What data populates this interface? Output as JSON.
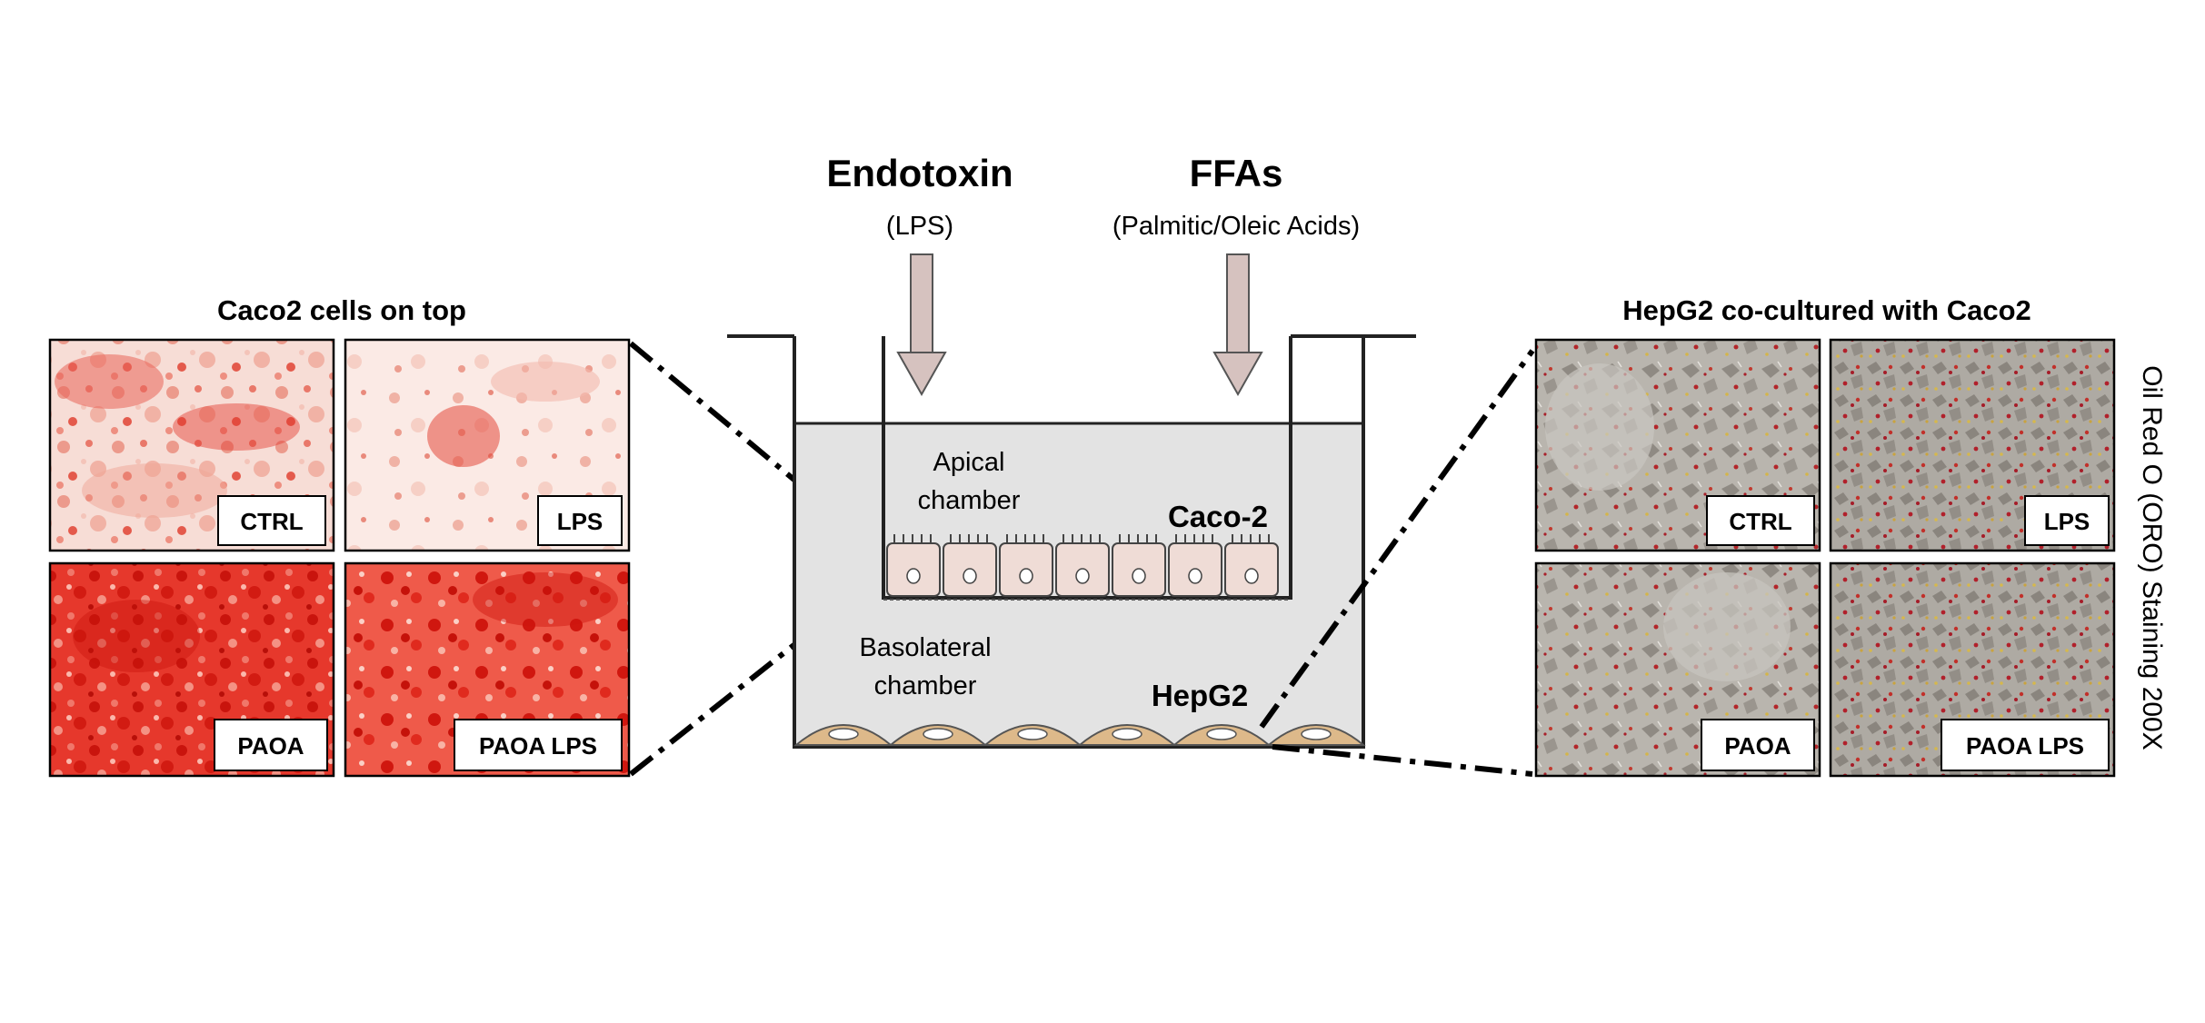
{
  "left_panel": {
    "title": "Caco2 cells on top",
    "panels": [
      {
        "label": "CTRL"
      },
      {
        "label": "LPS"
      },
      {
        "label": "PAOA"
      },
      {
        "label": "PAOA LPS"
      }
    ]
  },
  "right_panel": {
    "title": "HepG2 co-cultured with Caco2",
    "side_label": "Oil Red O (ORO) Staining 200X",
    "panels": [
      {
        "label": "CTRL"
      },
      {
        "label": "LPS"
      },
      {
        "label": "PAOA"
      },
      {
        "label": "PAOA LPS"
      }
    ]
  },
  "diagram": {
    "endotoxin_title": "Endotoxin",
    "endotoxin_sub": "(LPS)",
    "ffa_title": "FFAs",
    "ffa_sub": "(Palmitic/Oleic Acids)",
    "apical_line1": "Apical",
    "apical_line2": "chamber",
    "basolateral_line1": "Basolateral",
    "basolateral_line2": "chamber",
    "caco2_label": "Caco-2",
    "hepg2_label": "HepG2"
  },
  "colors": {
    "oro_red": "#e0261c",
    "oro_pink": "#f5c9c0",
    "hepg2_gray": "#b8b4ad",
    "medium": "#e3e3e3",
    "arrow": "#d6c2bf",
    "caco_cell": "#efdcd6",
    "hepg2_cell": "#ddb98a"
  }
}
